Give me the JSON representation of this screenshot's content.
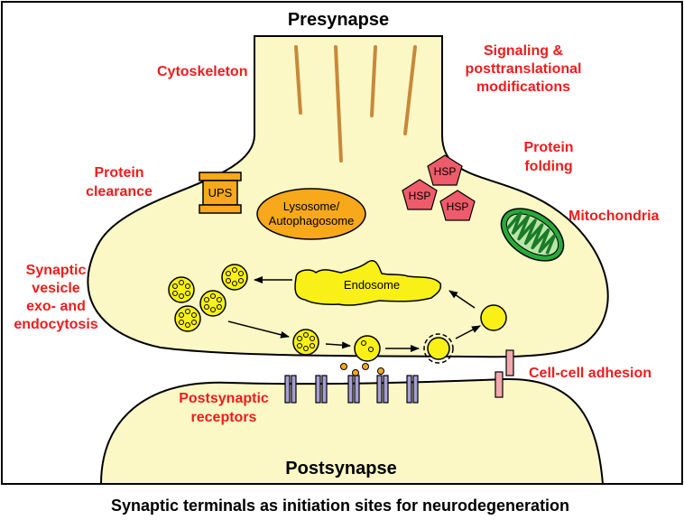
{
  "title_top": "Presynapse",
  "title_bottom": "Postsynapse",
  "caption": "Synaptic terminals as initiation sites for neurodegeneration",
  "labels": {
    "cytoskeleton": "Cytoskeleton",
    "signaling": [
      "Signaling &",
      "posttranslational",
      "modifications"
    ],
    "protein_folding": [
      "Protein",
      "folding"
    ],
    "protein_clearance": [
      "Protein",
      "clearance"
    ],
    "mitochondria": "Mitochondria",
    "synaptic_vesicle": [
      "Synaptic",
      "vesicle",
      "exo- and",
      "endocytosis"
    ],
    "cell_adhesion": "Cell-cell adhesion",
    "postsynaptic_receptors": [
      "Postsynaptic",
      "receptors"
    ]
  },
  "organelles": {
    "ups": "UPS",
    "lysosome": [
      "Lysosome/",
      "Autophagosome"
    ],
    "endosome": "Endosome",
    "hsp": [
      "HSP",
      "HSP",
      "HSP"
    ]
  },
  "colors": {
    "cytoplasm": "#fbf8c6",
    "label_red": "#ee1c1c",
    "vesicle_yellow": "#f8f016",
    "organelle_orange": "#f7a81b",
    "hsp_pink": "#ee5b6a",
    "mito_green": "#2aa83a",
    "receptor_purple": "#a59ed6",
    "adhesion_pink": "#f1a9b0",
    "filament_tan": "#c8883a"
  }
}
